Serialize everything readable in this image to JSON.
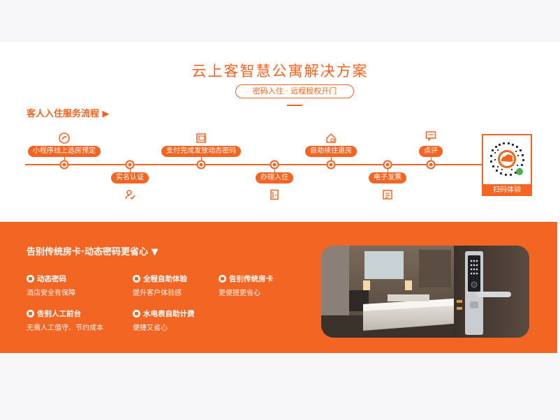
{
  "header": {
    "title": "云上客智慧公寓解决方案",
    "subtitle": "密码入住 · 远程授权开门"
  },
  "flow": {
    "heading": "客人入住服务流程 ▶",
    "steps": [
      {
        "label": "小程序线上选房预定",
        "icon": "miniprogram-icon"
      },
      {
        "label": "实名认证",
        "icon": "person-check-icon"
      },
      {
        "label": "支付完成发放动态密码",
        "icon": "payment-code-icon"
      },
      {
        "label": "办理入住",
        "icon": "door-icon"
      },
      {
        "label": "自助续住退房",
        "icon": "home-refresh-icon"
      },
      {
        "label": "电子发票",
        "icon": "invoice-icon"
      },
      {
        "label": "点评",
        "icon": "comment-icon"
      }
    ],
    "qr_label": "扫码体验"
  },
  "promo": {
    "heading": "告别传统房卡·动态密码更省心 ▼",
    "features": [
      {
        "title": "动态密码",
        "desc": "酒店安全有保障"
      },
      {
        "title": "全程自助体验",
        "desc": "提升客户体验感"
      },
      {
        "title": "告别传统房卡",
        "desc": "更便捷更省心"
      },
      {
        "title": "告别人工前台",
        "desc": "无需人工值守、节约成本"
      },
      {
        "title": "水电表自助计费",
        "desc": "便捷又省心"
      }
    ]
  },
  "colors": {
    "accent": "#f26522",
    "background": "#f7f7fa"
  }
}
